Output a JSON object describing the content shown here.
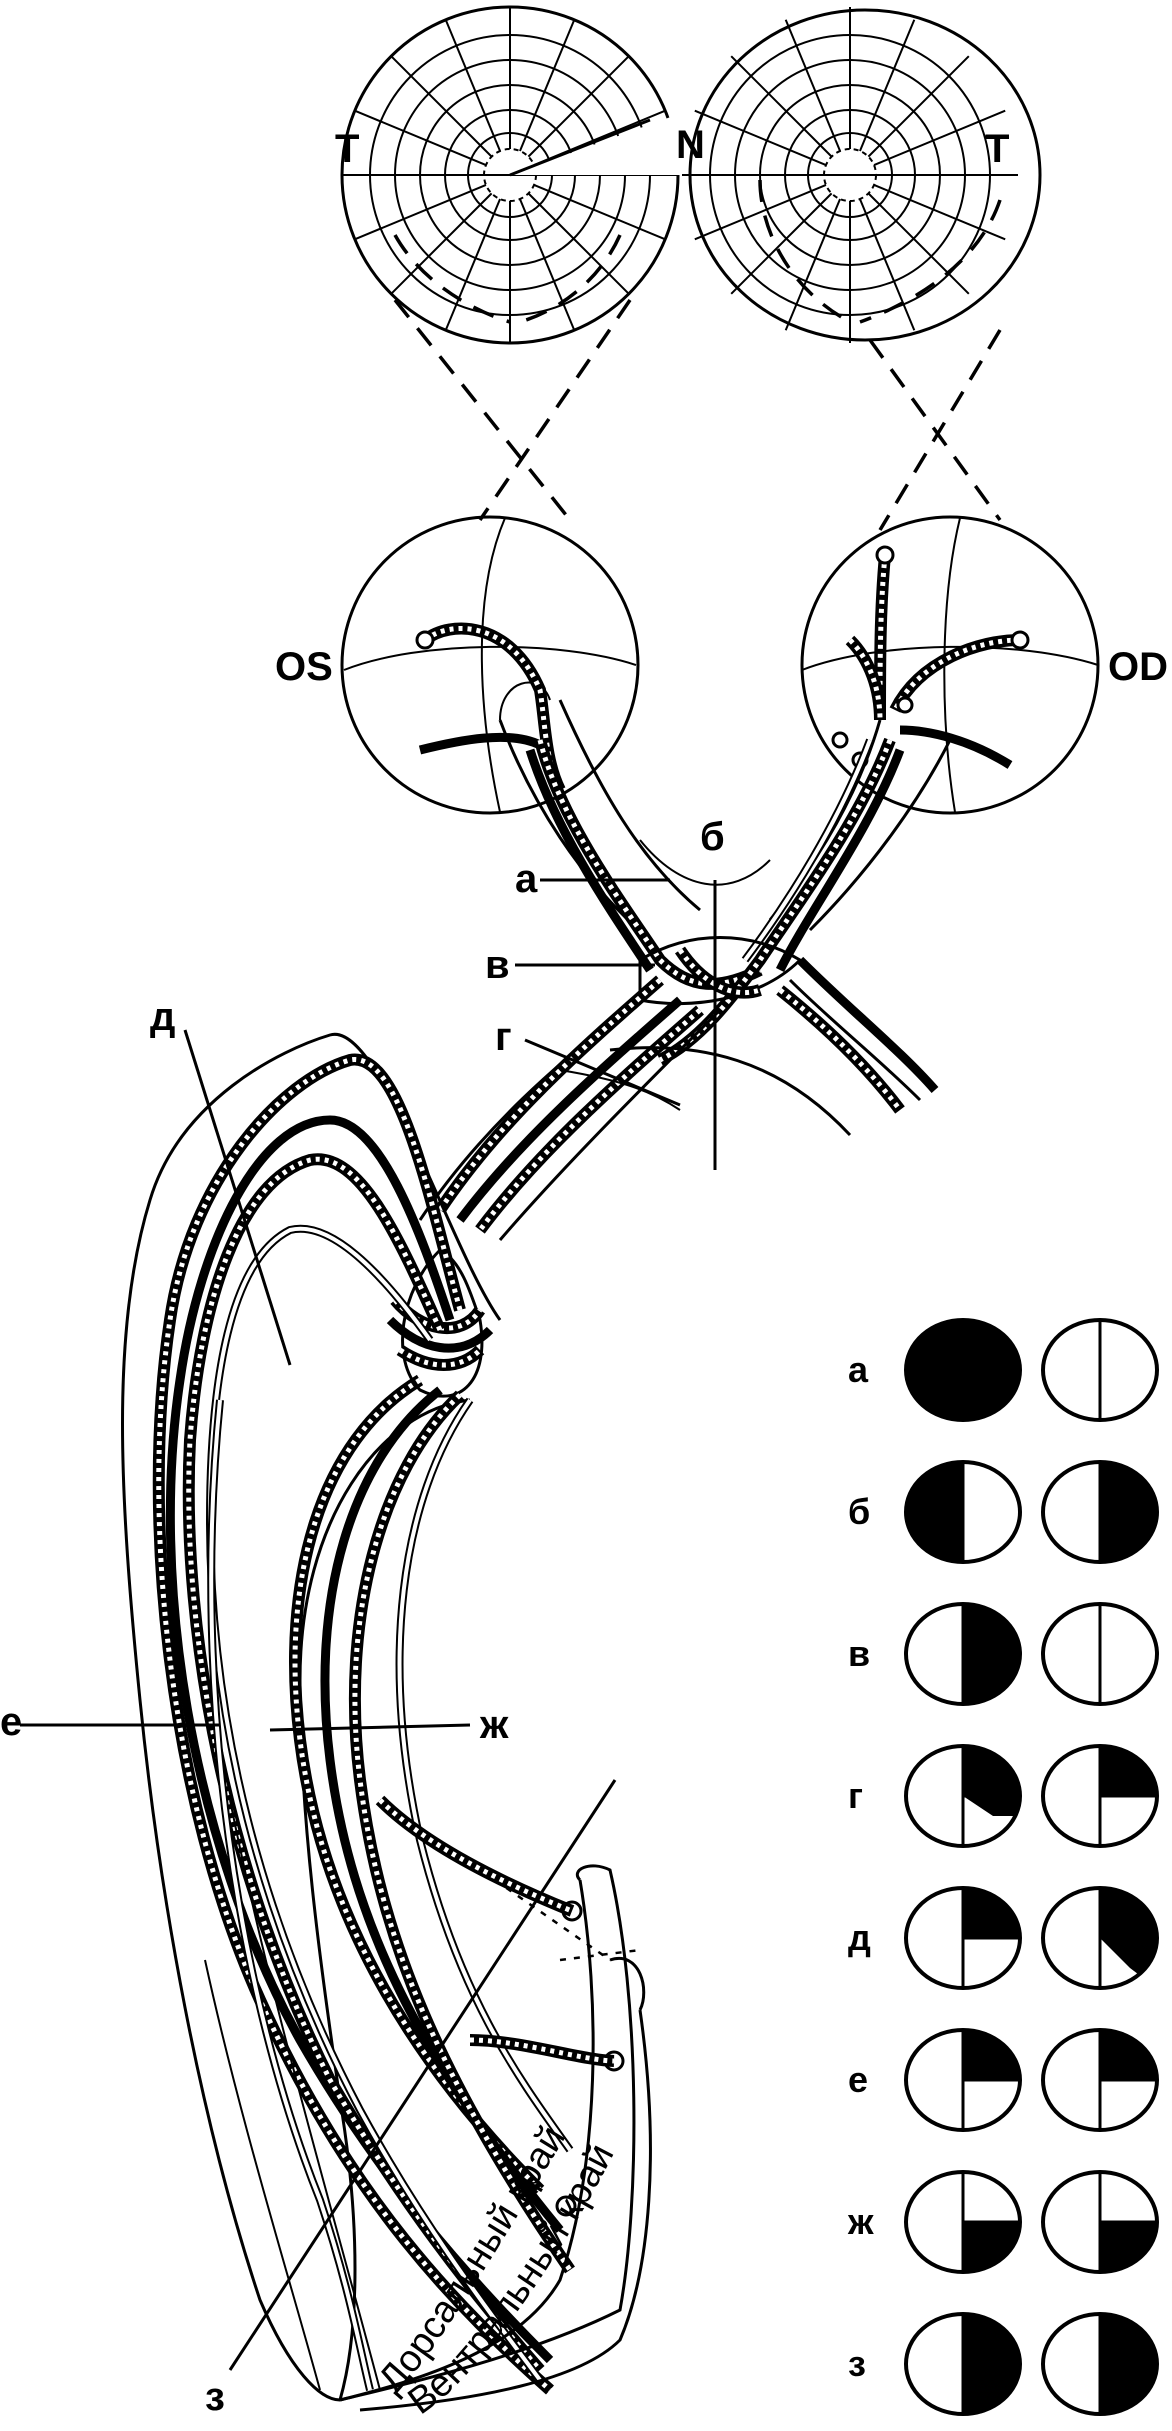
{
  "visual_fields": {
    "left_temporal": "T",
    "nasal": "N",
    "right_temporal": "T"
  },
  "eyes": {
    "left": "OS",
    "right": "OD"
  },
  "lesion_labels": {
    "a": "а",
    "b": "б",
    "v": "в",
    "g": "г",
    "d": "д",
    "e": "е",
    "zh": "ж",
    "z": "з"
  },
  "cortex_edges": {
    "dorsal": "Дорсальный край",
    "ventral": "Вентральный край"
  },
  "defects_legend": [
    {
      "label": "а",
      "left": "full-black",
      "right": "empty-divided"
    },
    {
      "label": "б",
      "left": "left-half-black",
      "right": "right-half-black"
    },
    {
      "label": "в",
      "left": "right-half-black",
      "right": "empty-divided"
    },
    {
      "label": "г",
      "left": "right-upper-quadrant-partial",
      "right": "right-upper-quadrant"
    },
    {
      "label": "д",
      "left": "right-upper-quadrant",
      "right": "right-upper-quadrant-extended"
    },
    {
      "label": "е",
      "left": "right-upper-quadrant",
      "right": "right-upper-quadrant"
    },
    {
      "label": "ж",
      "left": "right-lower-quadrant",
      "right": "right-lower-quadrant"
    },
    {
      "label": "з",
      "left": "right-half-black",
      "right": "right-half-black"
    }
  ]
}
